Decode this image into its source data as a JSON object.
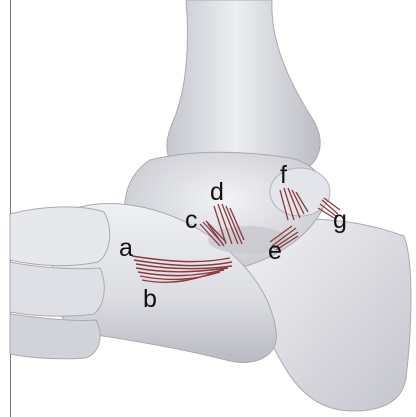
{
  "labels": {
    "a": "a",
    "b": "b",
    "c": "c",
    "d": "d",
    "e": "e",
    "f": "f",
    "g": "g"
  },
  "colors": {
    "bone": "#e3e4e8",
    "bone_shadow": "#b8b9c0",
    "ligament": "#8a3a3e"
  }
}
